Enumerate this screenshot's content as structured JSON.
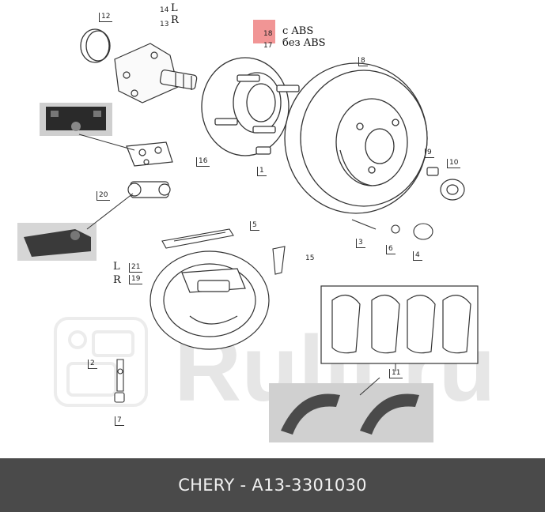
{
  "footer": {
    "caption": "CHERY - A13-3301030"
  },
  "watermark": {
    "text": "Rulli.ru"
  },
  "legend": {
    "abs_label": "с ABS",
    "no_abs_label": "без ABS",
    "abs_number": "18",
    "no_abs_number": "17",
    "highlight_color": "#f08a8a"
  },
  "side_labels": {
    "top": {
      "l": "L",
      "r": "R",
      "l_num": "14",
      "r_num": "13"
    },
    "bottom": {
      "l": "L",
      "r": "R",
      "l_num": "21",
      "r_num": "19"
    }
  },
  "callouts": [
    "12",
    "8",
    "9",
    "10",
    "16",
    "20",
    "1",
    "5",
    "15",
    "3",
    "6",
    "4",
    "11",
    "2",
    "7"
  ]
}
